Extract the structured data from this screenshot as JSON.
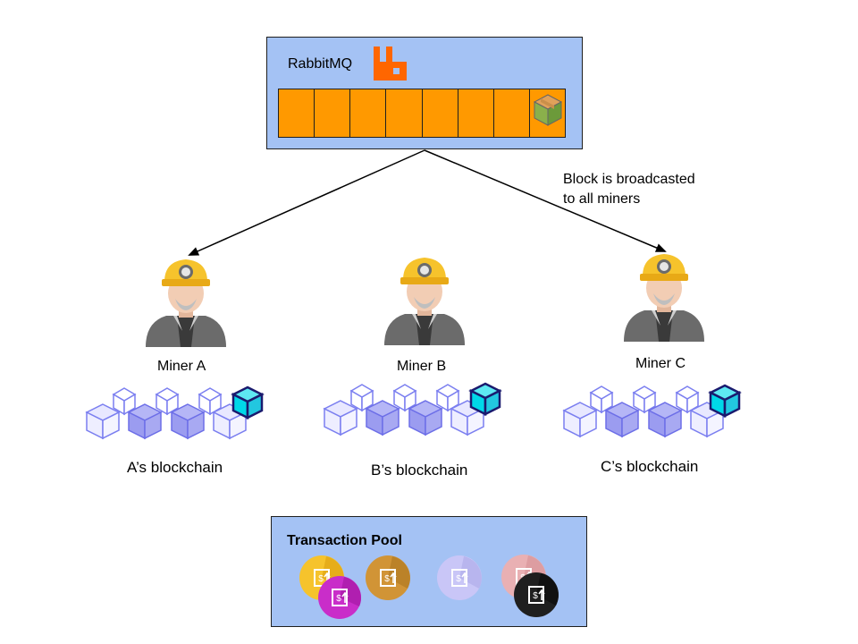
{
  "rabbitmq": {
    "title": "RabbitMQ",
    "logo_icon": "rabbitmq-logo-icon",
    "queue_slots": 8,
    "queued_item_icon": "block-cube-icon",
    "queue_color": "#ff9900"
  },
  "broadcast": {
    "line1": "Block is broadcasted",
    "line2": "to all miners"
  },
  "miners": [
    {
      "name": "Miner A",
      "chain_label": "A’s blockchain",
      "icon": "miner-icon"
    },
    {
      "name": "Miner B",
      "chain_label": "B’s blockchain",
      "icon": "miner-icon"
    },
    {
      "name": "Miner C",
      "chain_label": "C’s blockchain",
      "icon": "miner-icon"
    }
  ],
  "transaction_pool": {
    "title": "Transaction Pool",
    "coins": [
      {
        "icon": "transaction-coin-icon",
        "color": "#f6c32c"
      },
      {
        "icon": "transaction-coin-icon",
        "color": "#c8cd2e"
      },
      {
        "icon": "transaction-coin-icon",
        "color": "#d19436"
      },
      {
        "icon": "transaction-coin-icon",
        "color": "#c9c6f7"
      },
      {
        "icon": "transaction-coin-icon",
        "color": "#e9b0b3"
      },
      {
        "icon": "transaction-coin-icon",
        "color": "#1f1f1f"
      }
    ]
  },
  "colors": {
    "box_fill": "#a4c2f4",
    "chain_block": "#9b9cf0",
    "latest_block": "#00d8e8"
  }
}
